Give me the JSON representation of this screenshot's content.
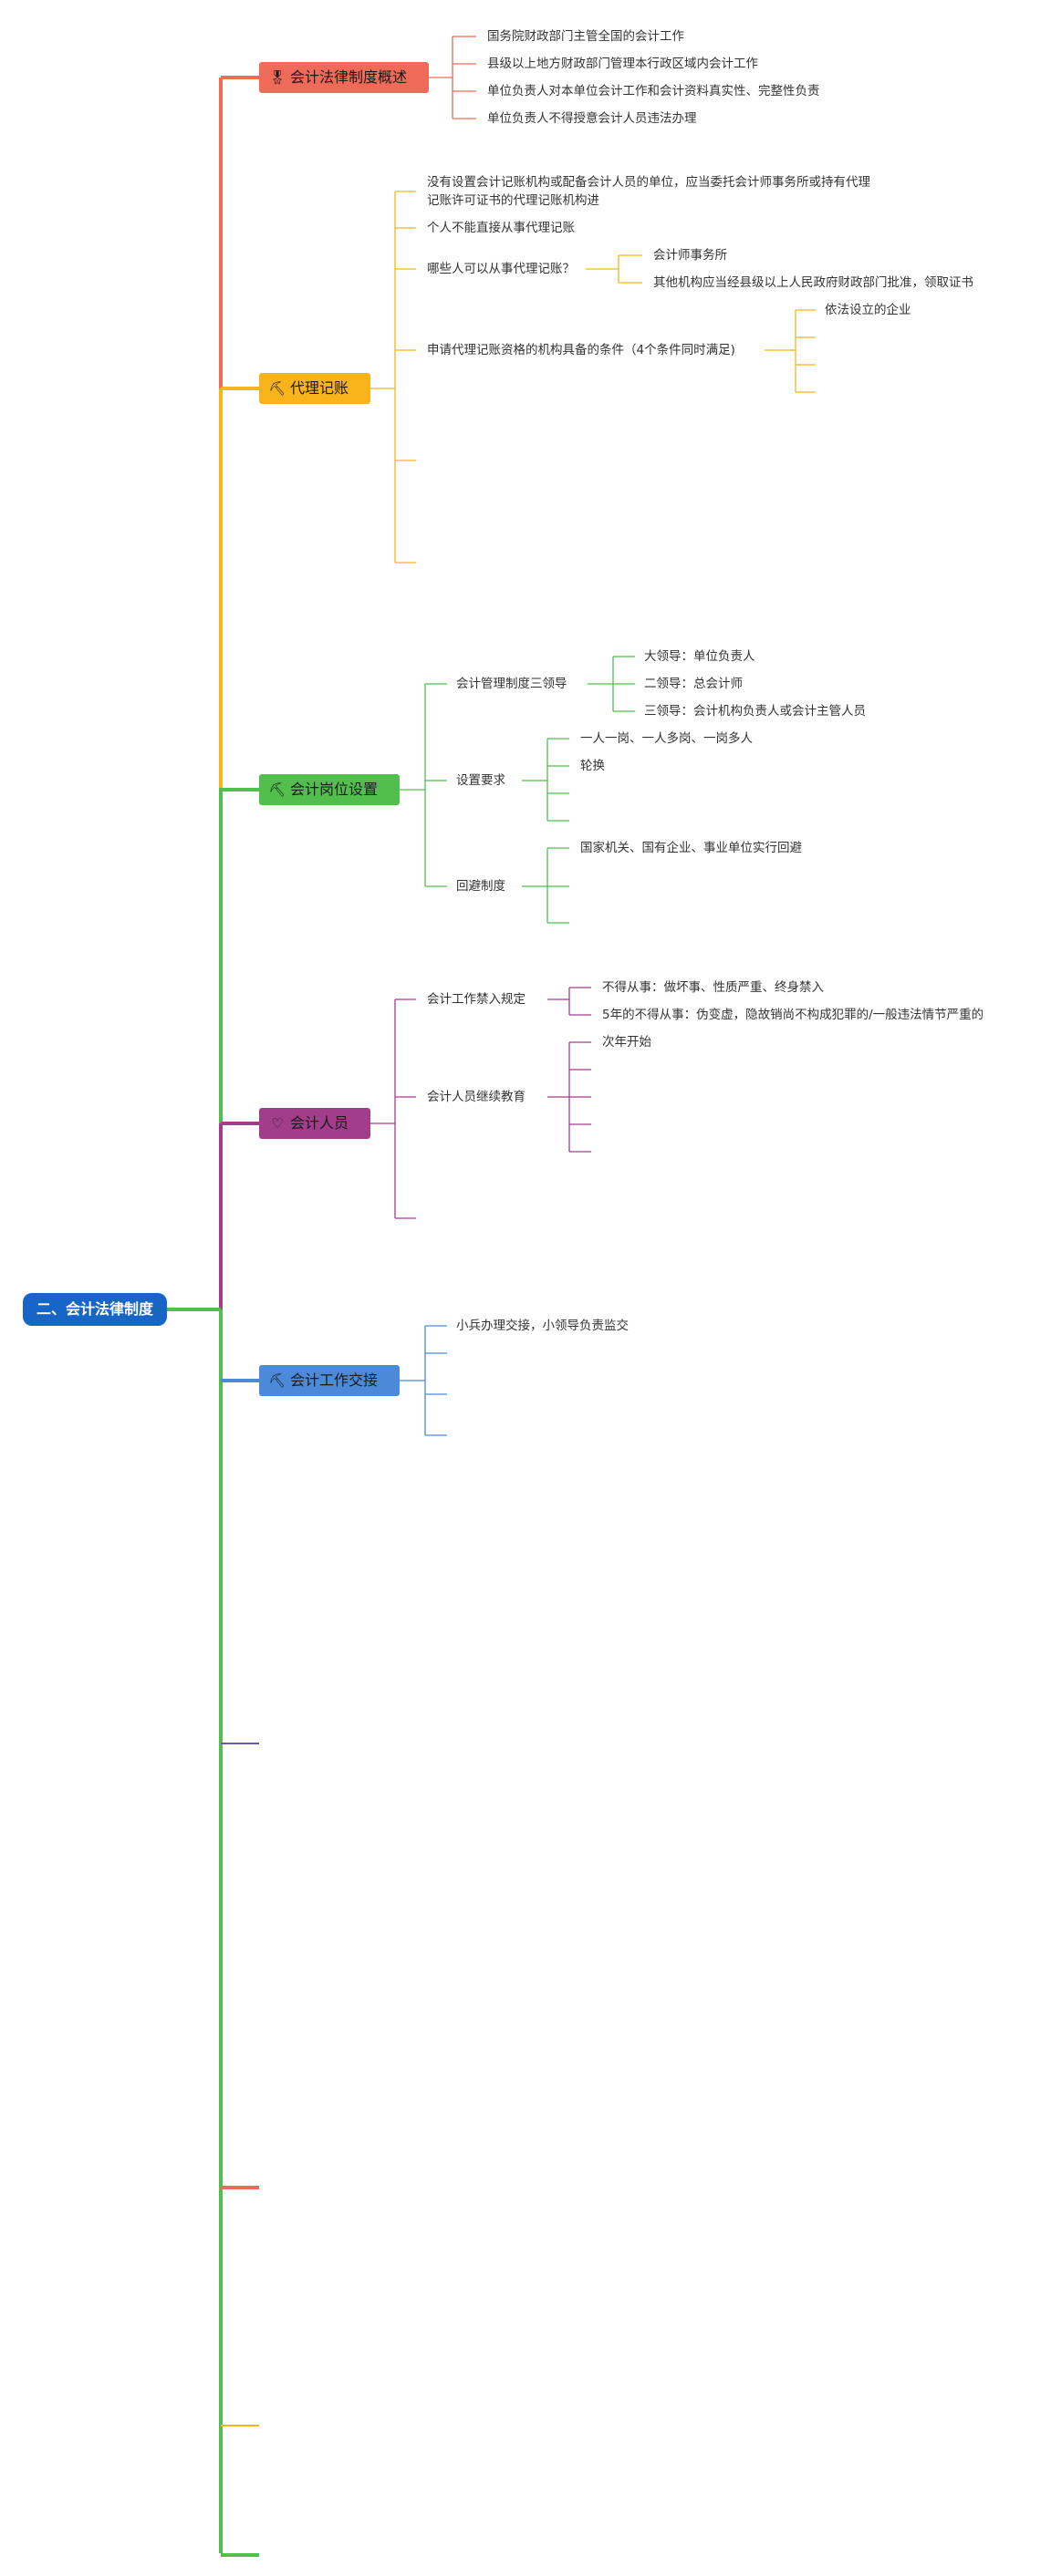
{
  "root": {
    "label": "二、会计法律制度"
  },
  "colors": {
    "red": "#ef6a59",
    "orange": "#f8b41a",
    "green": "#52bf4c",
    "purple": "#a23d8c",
    "blue": "#4a8ad9",
    "root": "#1766c7"
  },
  "branches": [
    {
      "label": "会计法律制度概述",
      "icon": "award-icon",
      "glyph": "🎖",
      "items": [
        "国务院财政部门主管全国的会计工作",
        "县级以上地方财政部门管理本行政区域内会计工作",
        "单位负责人对本单位会计工作和会计资料真实性、完整性负责",
        "单位负责人不得授意会计人员违法办理"
      ]
    },
    {
      "label": "代理记账",
      "icon": "tools-icon",
      "glyph": "⛏",
      "items": [
        "没有设置会计记账机构或配备会计人员的单位，应当委托会计师事务所或持有代理记账许可证书的代理记账机构进",
        "个人不能直接从事代理记账",
        "哪些人可以从事代理记账？",
        "申请代理记账资格的机构具备的条件（4个条件同时满足)"
      ],
      "who": [
        "会计师事务所",
        "其他机构应当经县级以上人民政府财政部门批准，领取证书"
      ],
      "conditions": [
        "依法设立的企业"
      ]
    },
    {
      "label": "会计岗位设置",
      "icon": "tools-icon",
      "glyph": "⛏",
      "groups": [
        {
          "label": "会计管理制度三领导",
          "items": [
            "大领导：单位负责人",
            "二领导：总会计师",
            "三领导：会计机构负责人或会计主管人员"
          ]
        },
        {
          "label": "设置要求",
          "items": [
            "一人一岗、一人多岗、一岗多人",
            "轮换"
          ]
        },
        {
          "label": "回避制度",
          "items": [
            "国家机关、国有企业、事业单位实行回避"
          ]
        }
      ]
    },
    {
      "label": "会计人员",
      "icon": "heart-icon",
      "glyph": "♡",
      "groups": [
        {
          "label": "会计工作禁入规定",
          "items": [
            "不得从事：做坏事、性质严重、终身禁入",
            "5年的不得从事：伪变虚，隐故销尚不构成犯罪的/一般违法情节严重的"
          ]
        },
        {
          "label": "会计人员继续教育",
          "items": [
            "次年开始"
          ]
        }
      ]
    },
    {
      "label": "会计工作交接",
      "icon": "tools-icon",
      "glyph": "⛏",
      "items": [
        "小兵办理交接，小领导负责监交"
      ]
    }
  ]
}
